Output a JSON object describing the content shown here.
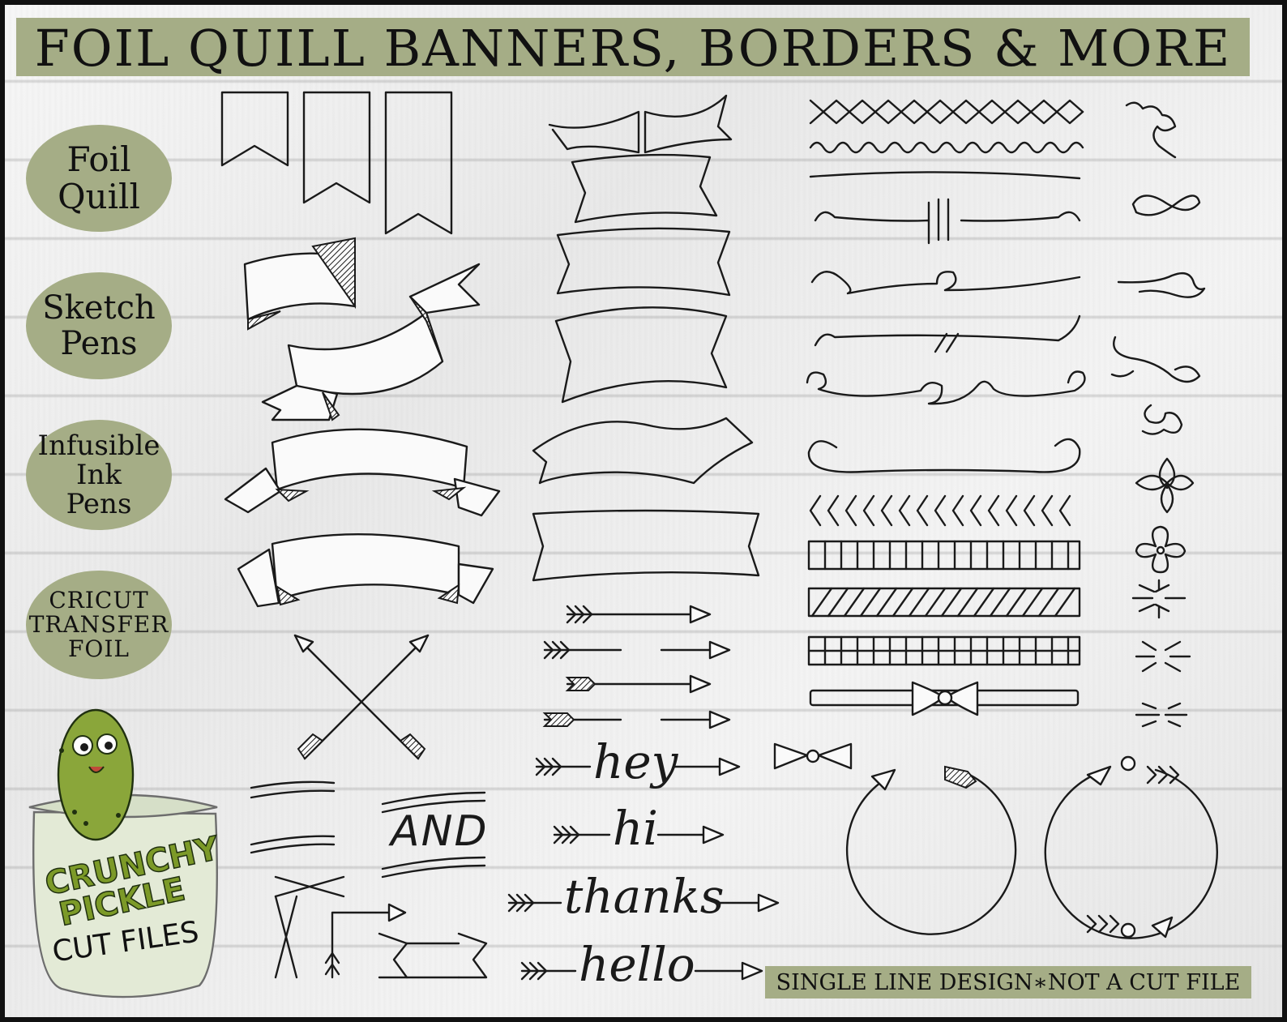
{
  "title": "FOIL QUILL BANNERS, BORDERS & MORE",
  "tools": [
    {
      "line1": "Foil",
      "line2": "Quill",
      "line3": ""
    },
    {
      "line1": "Sketch",
      "line2": "Pens",
      "line3": ""
    },
    {
      "line1": "Infusible",
      "line2": "Ink",
      "line3": "Pens"
    },
    {
      "line1": "CRICUT",
      "line2": "TRANSFER",
      "line3": "FOIL"
    }
  ],
  "words": {
    "hey": "hey",
    "hi": "hi",
    "thanks": "thanks",
    "hello": "hello",
    "and": "AND"
  },
  "logo": {
    "line1": "CRUNCHY",
    "line2": "PICKLE",
    "line3": "CUT FILES"
  },
  "footer_note": "SINGLE LINE DESIGN∗NOT A CUT FILE",
  "colors": {
    "accent": "#a5ad86",
    "ink": "#1a1a1a",
    "logo_green": "#7c9a28",
    "border": "#111111"
  }
}
